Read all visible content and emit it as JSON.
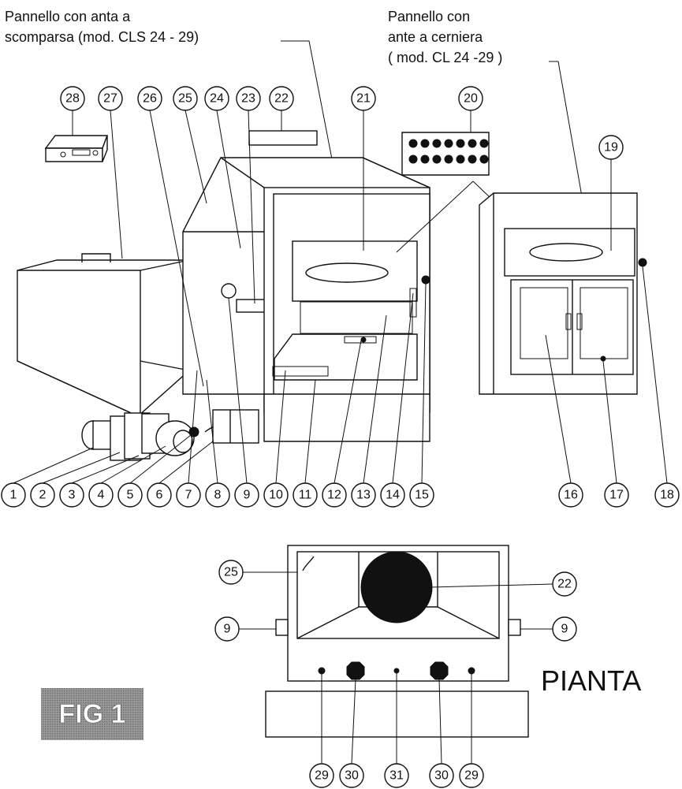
{
  "captions": {
    "panel_sliding": [
      "Pannello con anta a",
      "scomparsa (mod. CLS 24 - 29)"
    ],
    "panel_hinged": [
      "Pannello con",
      "ante a cerniera",
      "( mod. CL 24 -29 )"
    ],
    "plan": "PIANTA",
    "figure": "FIG 1"
  },
  "callouts_top": [
    "28",
    "27",
    "26",
    "25",
    "24",
    "23",
    "22",
    "21",
    "20",
    "19"
  ],
  "callouts_bottom": [
    "1",
    "2",
    "3",
    "4",
    "5",
    "6",
    "7",
    "8",
    "9",
    "10",
    "11",
    "12",
    "13",
    "14",
    "15",
    "16",
    "17",
    "18"
  ],
  "callouts_plan": [
    "25",
    "22",
    "9",
    "9",
    "29",
    "30",
    "31",
    "30",
    "29"
  ]
}
